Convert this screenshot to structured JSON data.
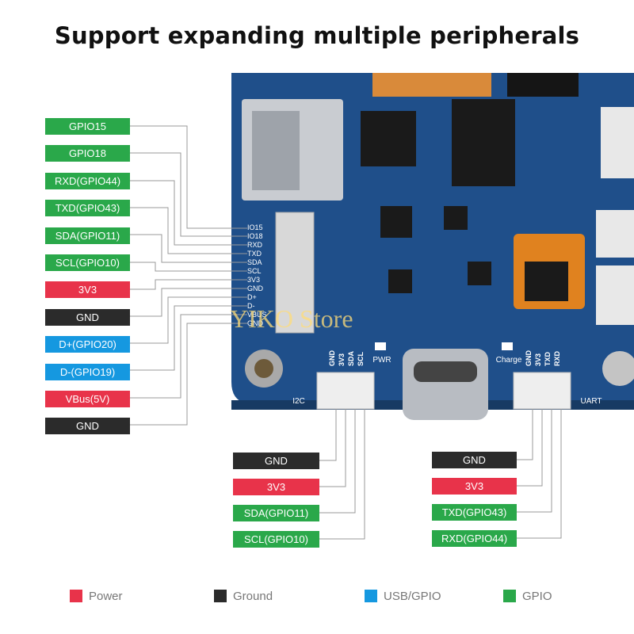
{
  "title": "Support expanding multiple peripherals",
  "colors": {
    "power": "#e8334a",
    "ground": "#2b2b2b",
    "usb_gpio": "#1598e0",
    "gpio": "#2aa84a",
    "board": "#1f4f8a"
  },
  "left_pins": [
    {
      "label": "GPIO15",
      "type": "gpio"
    },
    {
      "label": "GPIO18",
      "type": "gpio"
    },
    {
      "label": "RXD(GPIO44)",
      "type": "gpio"
    },
    {
      "label": "TXD(GPIO43)",
      "type": "gpio"
    },
    {
      "label": "SDA(GPIO11)",
      "type": "gpio"
    },
    {
      "label": "SCL(GPIO10)",
      "type": "gpio"
    },
    {
      "label": "3V3",
      "type": "power"
    },
    {
      "label": "GND",
      "type": "ground"
    },
    {
      "label": "D+(GPIO20)",
      "type": "usb_gpio"
    },
    {
      "label": "D-(GPIO19)",
      "type": "usb_gpio"
    },
    {
      "label": "VBus(5V)",
      "type": "power"
    },
    {
      "label": "GND",
      "type": "ground"
    }
  ],
  "header_silk": [
    "IO15",
    "IO18",
    "RXD",
    "TXD",
    "SDA",
    "SCL",
    "3V3",
    "GND",
    "D+",
    "D-",
    "VBUS",
    "GND"
  ],
  "i2c_pins": [
    {
      "label": "GND",
      "type": "ground"
    },
    {
      "label": "3V3",
      "type": "power"
    },
    {
      "label": "SDA(GPIO11)",
      "type": "gpio"
    },
    {
      "label": "SCL(GPIO10)",
      "type": "gpio"
    }
  ],
  "uart_pins": [
    {
      "label": "GND",
      "type": "ground"
    },
    {
      "label": "3V3",
      "type": "power"
    },
    {
      "label": "TXD(GPIO43)",
      "type": "gpio"
    },
    {
      "label": "RXD(GPIO44)",
      "type": "gpio"
    }
  ],
  "board_labels": {
    "i2c": "I2C",
    "uart": "UART",
    "pwr": "PWR",
    "charge": "Charge",
    "i2c_silk": [
      "GND",
      "3V3",
      "SDA",
      "SCL"
    ],
    "uart_silk": [
      "GND",
      "3V3",
      "TXD",
      "RXD"
    ]
  },
  "watermark": "YIKO Store",
  "legend": [
    {
      "label": "Power",
      "type": "power"
    },
    {
      "label": "Ground",
      "type": "ground"
    },
    {
      "label": "USB/GPIO",
      "type": "usb_gpio"
    },
    {
      "label": "GPIO",
      "type": "gpio"
    }
  ]
}
